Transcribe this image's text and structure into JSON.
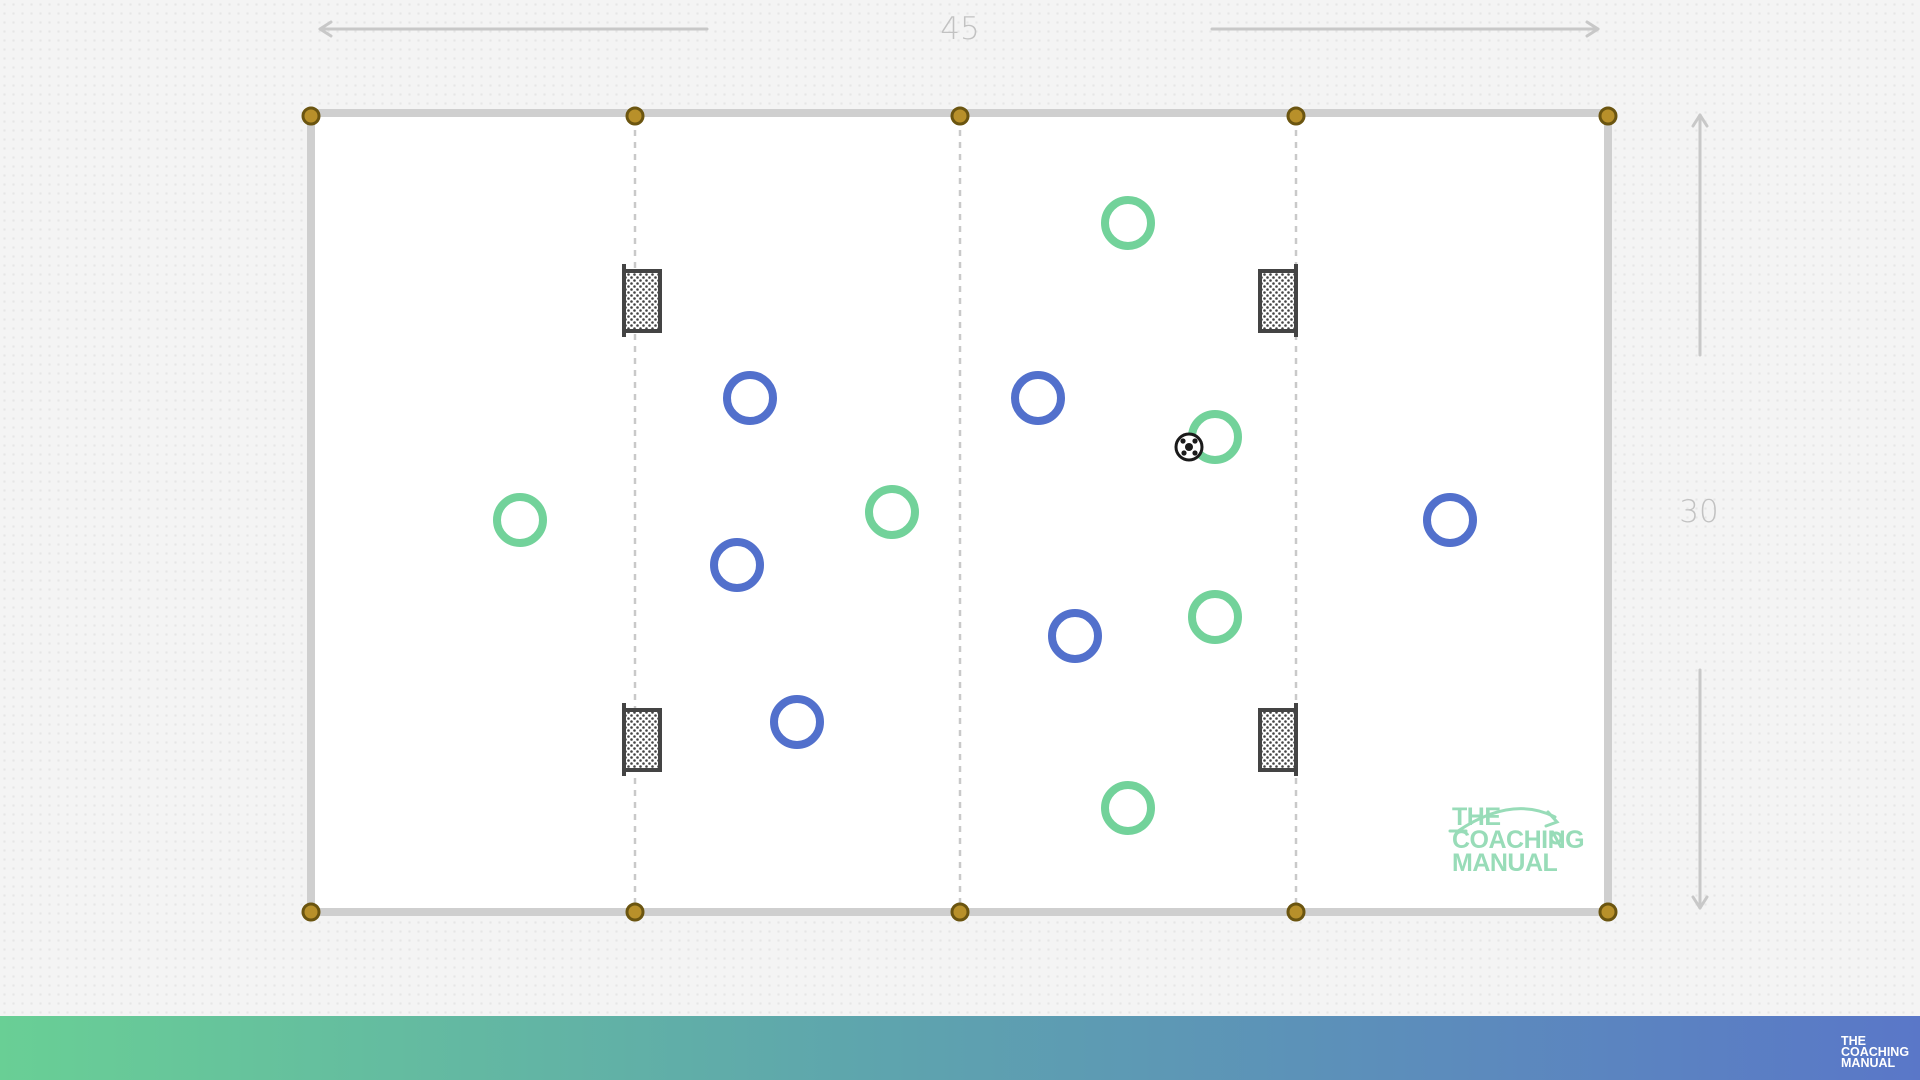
{
  "diagram": {
    "width_label": "45",
    "height_label": "30",
    "watermark_lines": [
      "THE",
      "COACHING",
      "MANUAL"
    ],
    "footer_logo_lines": [
      "THE",
      "COACHING",
      "MANUAL"
    ],
    "colors": {
      "pitch": "#ffffff",
      "boundary": "#cfcfcf",
      "zone_line": "#c9c9c9",
      "cone_fill": "#b8902a",
      "cone_stroke": "#6b5510",
      "green_team": "#72d29a",
      "blue_team": "#5270cc",
      "goal": "#444444",
      "dimension": "#c8c8c8"
    },
    "pitch_zones": 4,
    "goals": [
      {
        "side": "left-facing",
        "zone_line": 1,
        "position": "upper"
      },
      {
        "side": "left-facing",
        "zone_line": 1,
        "position": "lower"
      },
      {
        "side": "right-facing",
        "zone_line": 3,
        "position": "upper"
      },
      {
        "side": "right-facing",
        "zone_line": 3,
        "position": "lower"
      }
    ],
    "players": {
      "green": [
        {
          "zone": 1
        },
        {
          "zone": 2
        },
        {
          "zone": 3,
          "in_possession": true
        },
        {
          "zone": 3
        },
        {
          "zone": 3
        },
        {
          "zone": 3
        }
      ],
      "blue": [
        {
          "zone": 2
        },
        {
          "zone": 2
        },
        {
          "zone": 2
        },
        {
          "zone": 3
        },
        {
          "zone": 3
        },
        {
          "zone": 4
        }
      ]
    },
    "icons": [
      "cone-icon",
      "goal-icon",
      "ball-icon",
      "player-icon"
    ]
  }
}
